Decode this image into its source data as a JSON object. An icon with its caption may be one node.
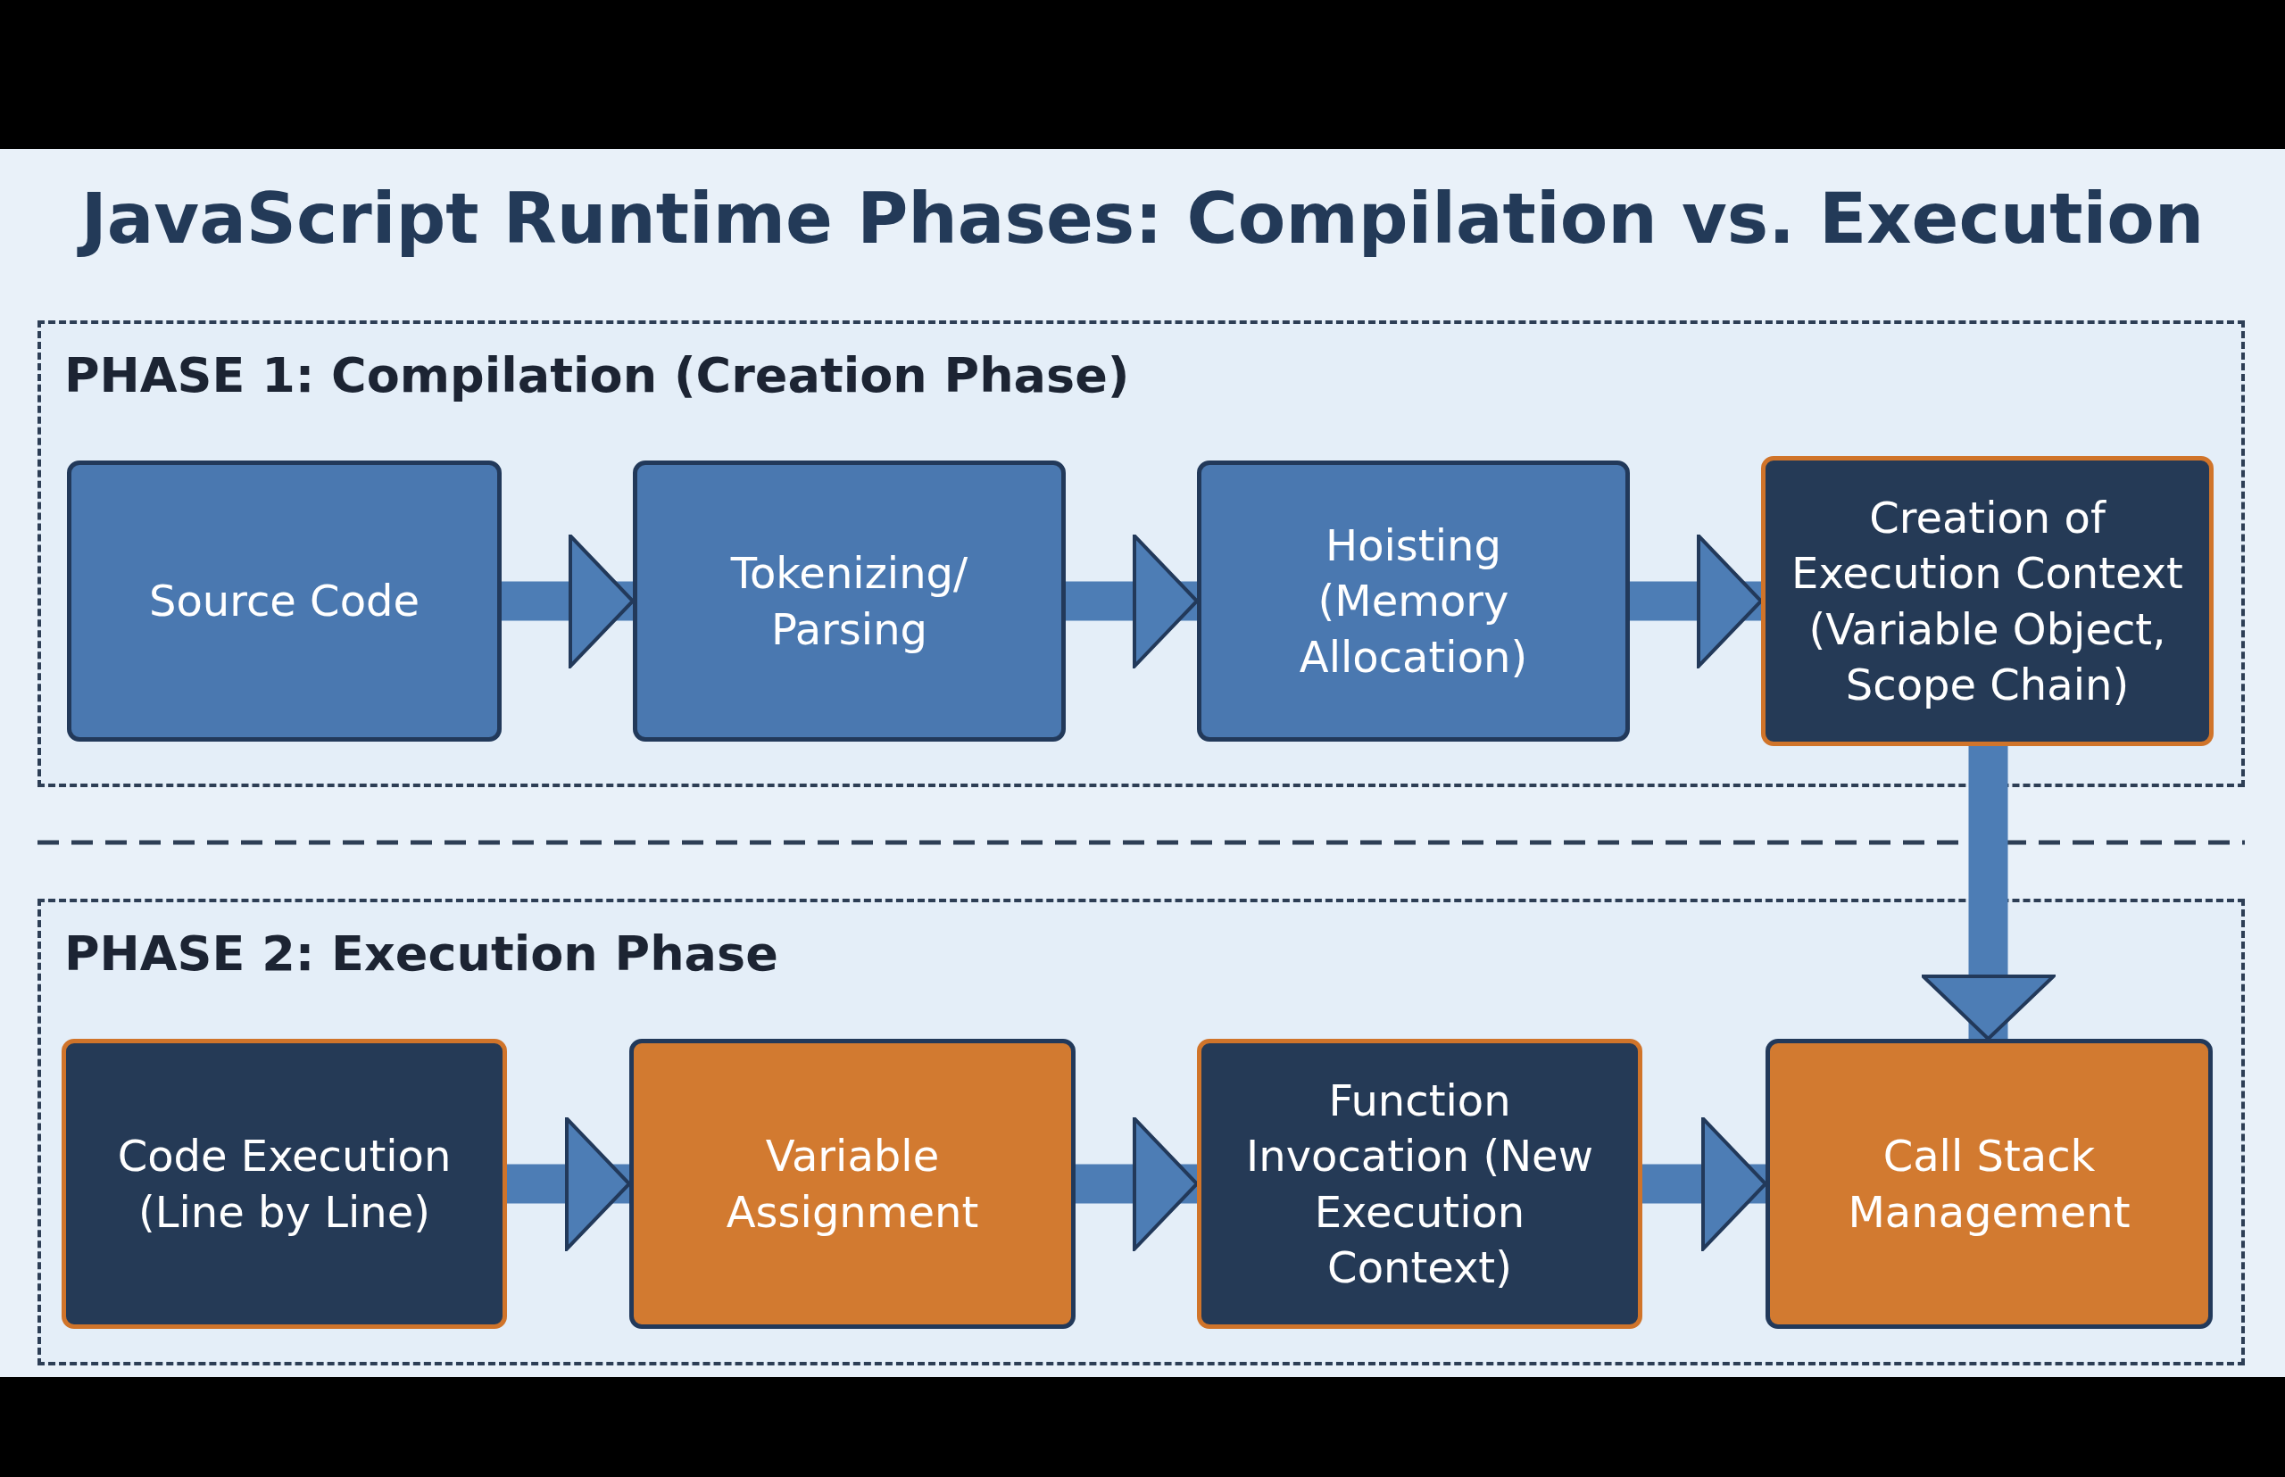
{
  "diagram": {
    "title": "JavaScript Runtime Phases: Compilation vs. Execution",
    "nodes": [
      {
        "text": [
          "PHASE 1: Compilation (Creation Phase)"
        ]
      },
      {
        "text": [
          "Source Code"
        ],
        "in": 0
      },
      {
        "text": [
          "Tokenizing/ Parsing"
        ],
        "in": 0
      },
      {
        "text": [
          "Hoisting (Memory Allocation)"
        ],
        "in": 0
      },
      {
        "text": [
          "Creation of Execution Context (Variable Object, Scope Chain)"
        ],
        "in": 0
      },
      {
        "text": [
          "PHASE 2: Execution Phase"
        ]
      },
      {
        "text": [
          "Code Execution (Line by Line)"
        ],
        "in": 5
      },
      {
        "text": [
          "Variable Assignment"
        ],
        "in": 5
      },
      {
        "text": [
          "Function Invocation (New Execution Context)"
        ],
        "in": 5
      },
      {
        "text": [
          "Call Stack Management"
        ],
        "in": 5
      }
    ],
    "edges": [
      {
        "from": 1,
        "to": 2,
        "arrow": "to"
      },
      {
        "from": 2,
        "to": 3,
        "arrow": "to"
      },
      {
        "from": 3,
        "to": 4,
        "arrow": "to"
      },
      {
        "from": 4,
        "to": 9,
        "arrow": "to"
      },
      {
        "from": 6,
        "to": 7,
        "arrow": "to"
      },
      {
        "from": 7,
        "to": 8,
        "arrow": "to"
      },
      {
        "from": 8,
        "to": 9,
        "arrow": "to"
      }
    ]
  }
}
